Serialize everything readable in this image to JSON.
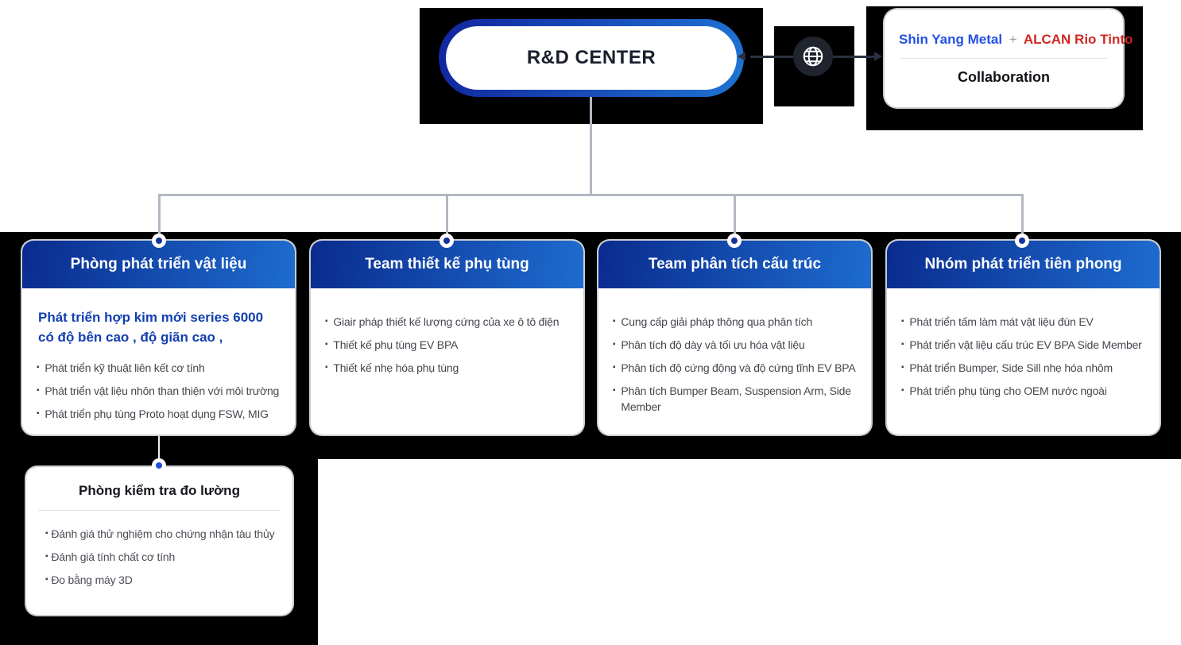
{
  "root": {
    "title": "R&D CENTER"
  },
  "collab": {
    "partner1": "Shin Yang Metal",
    "plus": "+",
    "partner2": "ALCAN Rio Tinto",
    "label": "Collaboration"
  },
  "icons": {
    "globe": "globe-icon"
  },
  "colors": {
    "backdrop": "#000000",
    "header_gradient_start": "#0a2b8e",
    "header_gradient_end": "#1e6ccf",
    "pill_gradient_start": "#12259e",
    "pill_gradient_end": "#1e74d3",
    "partner_blue": "#2351e4",
    "partner_red": "#d02721",
    "highlight_blue": "#1340b0",
    "node_dot": "#15339b",
    "sub_node_dot": "#1d4fd8",
    "connector_gray": "#b2b8c2",
    "arrow_dark": "#2b3040",
    "body_text": "#43474e"
  },
  "departments": [
    {
      "title": "Phòng phát triển vật liệu",
      "highlight_line1": "Phát triển hợp kim mới series 6000",
      "highlight_line2": "có độ bên cao , độ giãn cao ,",
      "items": [
        "Phát triển kỹ thuật liên kết cơ tính",
        "Phát triển vật liệu nhôn than thiện với môi trường",
        "Phát triển phụ tùng Proto hoạt dụng FSW, MIG"
      ]
    },
    {
      "title": "Team thiết kế phụ tùng",
      "items": [
        "Giair pháp thiết kế lượng cứng của xe ô tô điện",
        "Thiết kế phụ tùng EV BPA",
        "Thiết kế nhẹ hóa phụ tùng"
      ]
    },
    {
      "title": "Team phân tích cấu trúc",
      "items": [
        "Cung cấp giải pháp thông qua phân tích",
        "Phân tích độ dày và tối ưu hóa vật liệu",
        "Phân tích độ cứng động và độ cứng tĩnh EV BPA",
        "Phân tích Bumper Beam, Suspension Arm, Side Member"
      ]
    },
    {
      "title": "Nhóm phát triển tiên phong",
      "items": [
        "Phát triển tấm làm mát vật liệu đùn EV",
        "Phát triển vật liệu cấu trúc EV BPA Side Member",
        "Phát triển Bumper, Side Sill nhẹ hóa nhôm",
        "Phát triển phụ tùng cho OEM nước ngoài"
      ]
    }
  ],
  "sub_department": {
    "title": "Phòng kiểm tra đo lường",
    "items": [
      "Đánh giá thử nghiệm cho chứng nhận tàu thủy",
      "Đánh giá tính chất cơ tính",
      "Đo bằng máy 3D"
    ]
  }
}
